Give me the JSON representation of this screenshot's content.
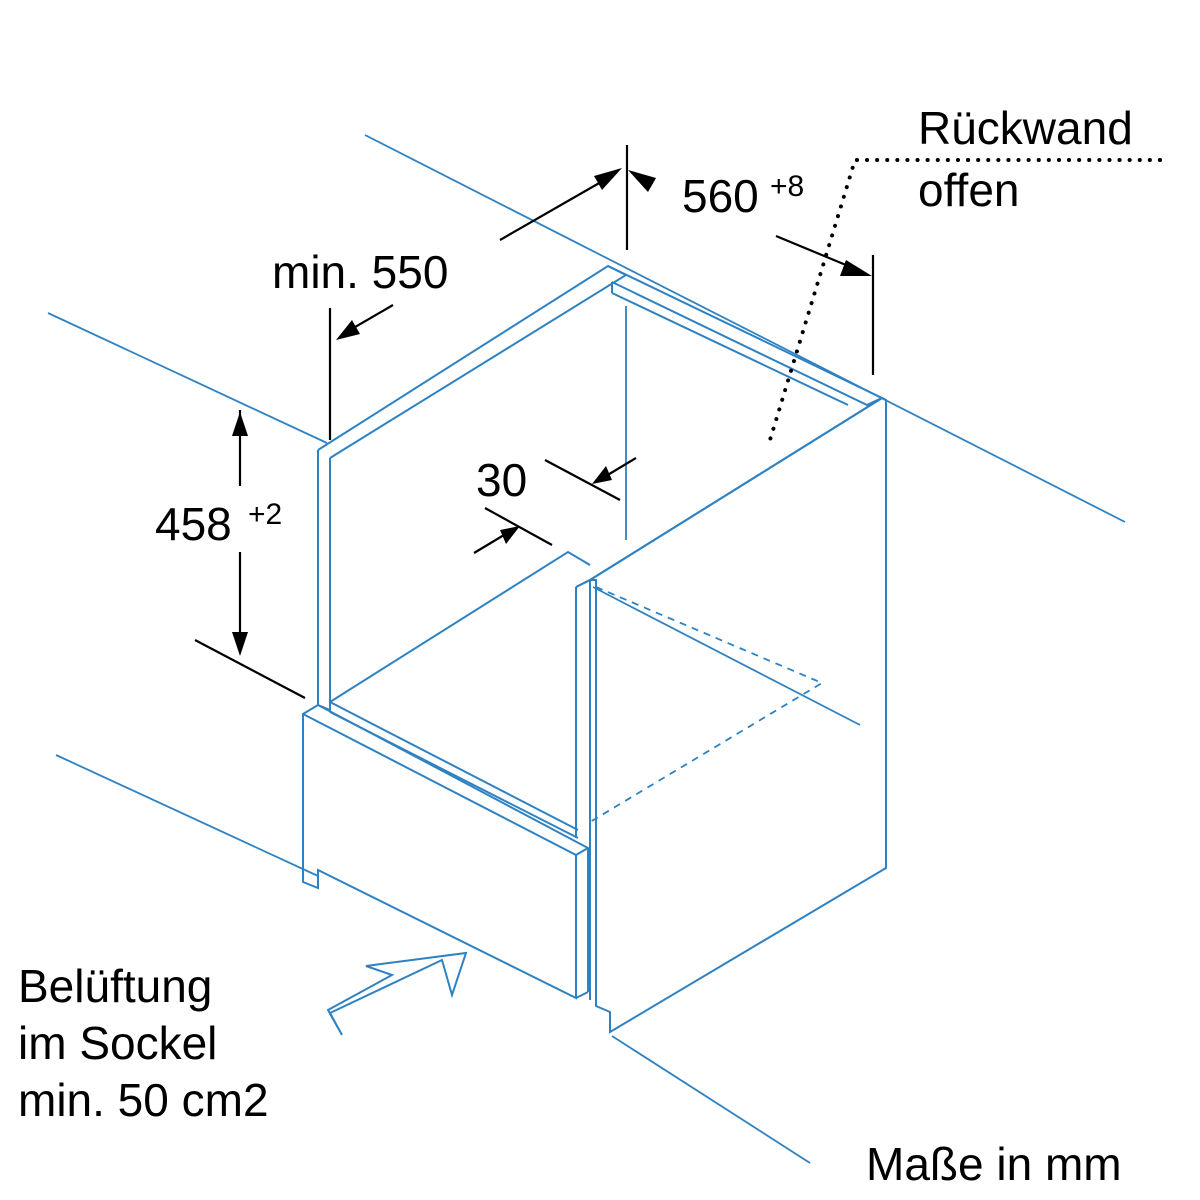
{
  "labels": {
    "dim_depth_min": "min. 550",
    "dim_width_base": "560",
    "dim_width_tol": "+8",
    "dim_height_base": "458",
    "dim_height_tol": "+2",
    "dim_gap": "30",
    "rear_wall_line1": "Rückwand",
    "rear_wall_line2": "offen",
    "ventilation_line1": "Belüftung",
    "ventilation_line2": "im Sockel",
    "ventilation_line3": "min. 50 cm2",
    "units_note": "Maße in mm"
  },
  "colors": {
    "cabinet_lines": "#2f82c2",
    "dimension_lines": "#000000",
    "background": "#ffffff"
  }
}
